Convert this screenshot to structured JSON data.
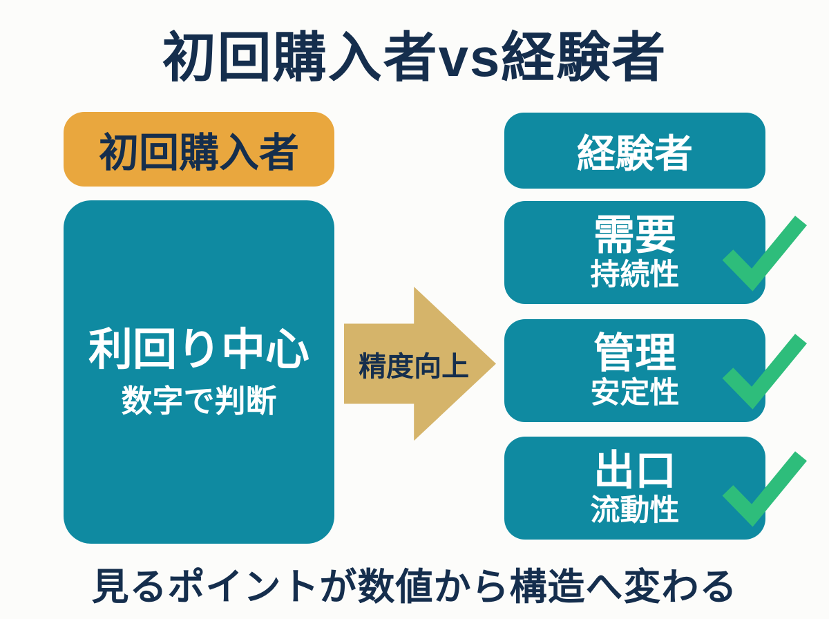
{
  "title": "初回購入者vs経験者",
  "left": {
    "badge_label": "初回購入者",
    "box": {
      "main": "利回り中心",
      "sub": "数字で判断"
    }
  },
  "arrow": {
    "label": "精度向上"
  },
  "right": {
    "header": "経験者",
    "items": [
      {
        "main": "需要",
        "sub": "持続性",
        "checked": true
      },
      {
        "main": "管理",
        "sub": "安定性",
        "checked": true
      },
      {
        "main": "出口",
        "sub": "流動性",
        "checked": true
      }
    ]
  },
  "caption": "見るポイントが数値から構造へ変わる",
  "colors": {
    "navy_text": "#152e4d",
    "teal_box": "#0f8aa1",
    "orange_badge": "#e9a73e",
    "gold_arrow": "#d5b46a",
    "green_check": "#2ebd7b",
    "box_text": "#ffffff",
    "background": "#fcfcfa"
  }
}
